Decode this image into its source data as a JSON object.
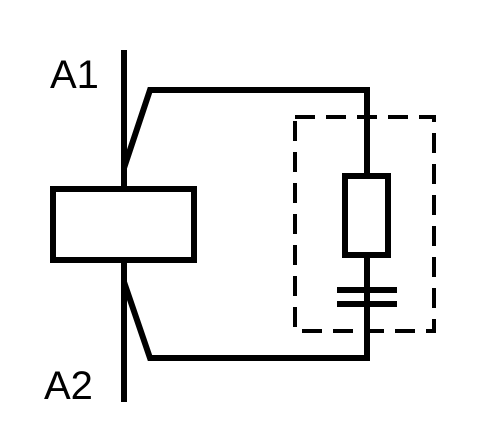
{
  "terminals": {
    "top_label": "A1",
    "bottom_label": "A2"
  },
  "colors": {
    "stroke": "#000000",
    "background": "#ffffff"
  },
  "components": {
    "coil": "relay-coil",
    "suppressor": "rc-suppressor-module",
    "resistor": "resistor",
    "capacitor": "capacitor"
  }
}
